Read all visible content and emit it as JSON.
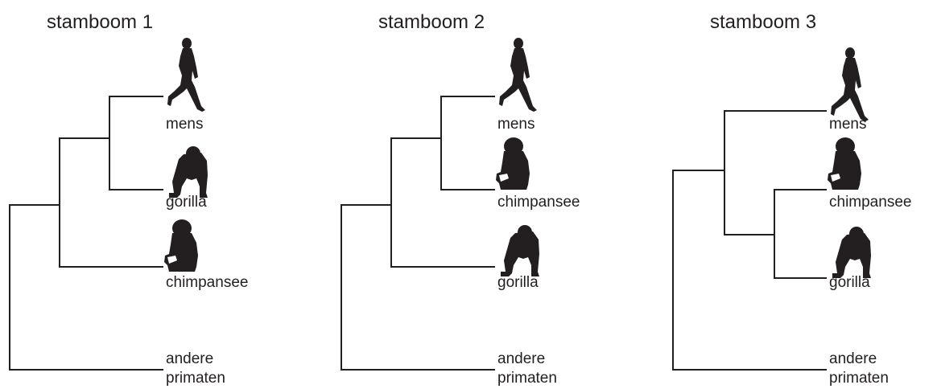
{
  "trees": [
    {
      "title": "stamboom 1",
      "taxa": [
        {
          "label": "mens",
          "icon": "human-icon"
        },
        {
          "label": "gorilla",
          "icon": "gorilla-icon"
        },
        {
          "label": "chimpansee",
          "icon": "chimpanzee-icon"
        },
        {
          "label_line1": "andere",
          "label_line2": "primaten"
        }
      ]
    },
    {
      "title": "stamboom 2",
      "taxa": [
        {
          "label": "mens",
          "icon": "human-icon"
        },
        {
          "label": "chimpansee",
          "icon": "chimpanzee-icon"
        },
        {
          "label": "gorilla",
          "icon": "gorilla-icon"
        },
        {
          "label_line1": "andere",
          "label_line2": "primaten"
        }
      ]
    },
    {
      "title": "stamboom 3",
      "taxa": [
        {
          "label": "mens",
          "icon": "human-icon"
        },
        {
          "label": "chimpansee",
          "icon": "chimpanzee-icon"
        },
        {
          "label": "gorilla",
          "icon": "gorilla-icon"
        },
        {
          "label_line1": "andere",
          "label_line2": "primaten"
        }
      ]
    }
  ],
  "colors": {
    "ink": "#231f20",
    "background": "#ffffff"
  }
}
